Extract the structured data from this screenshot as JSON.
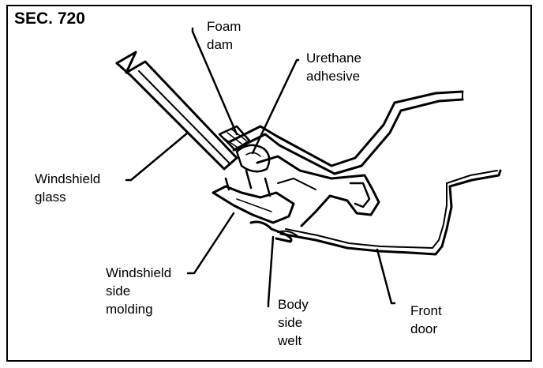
{
  "section_label": "SEC. 720",
  "labels": {
    "foam_dam": [
      "Foam",
      "dam"
    ],
    "urethane_adhesive": [
      "Urethane",
      "adhesive"
    ],
    "windshield_glass": [
      "Windshield",
      "glass"
    ],
    "windshield_side_molding": [
      "Windshield",
      "side",
      "molding"
    ],
    "body_side_welt": [
      "Body",
      "side",
      "welt"
    ],
    "front_door": [
      "Front",
      "door"
    ]
  },
  "colors": {
    "ink": "#000000",
    "paper": "#ffffff"
  }
}
